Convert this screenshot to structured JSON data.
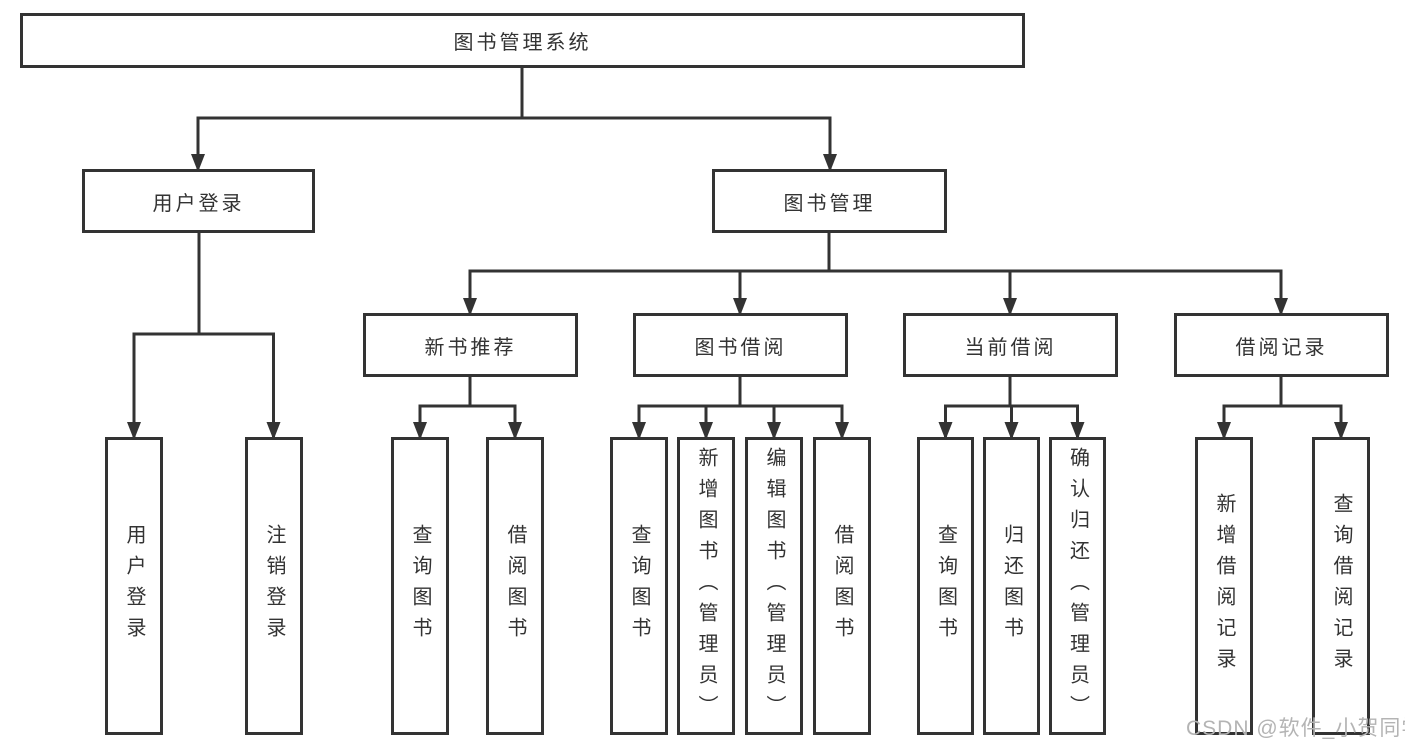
{
  "diagram": {
    "type": "hierarchy-tree",
    "background_color": "#ffffff",
    "line_color": "#333333",
    "text_color": "#333333",
    "watermark_color": "#b4b4b4",
    "root": {
      "label": "图书管理系统",
      "children": [
        {
          "label": "用户登录",
          "children": [
            {
              "label": "用户登录"
            },
            {
              "label": "注销登录"
            }
          ]
        },
        {
          "label": "图书管理",
          "children": [
            {
              "label": "新书推荐",
              "children": [
                {
                  "label": "查询图书"
                },
                {
                  "label": "借阅图书"
                }
              ]
            },
            {
              "label": "图书借阅",
              "children": [
                {
                  "label": "查询图书"
                },
                {
                  "label": "新增图书（管理员）"
                },
                {
                  "label": "编辑图书（管理员）"
                },
                {
                  "label": "借阅图书"
                }
              ]
            },
            {
              "label": "当前借阅",
              "children": [
                {
                  "label": "查询图书"
                },
                {
                  "label": "归还图书"
                },
                {
                  "label": "确认归还（管理员）"
                }
              ]
            },
            {
              "label": "借阅记录",
              "children": [
                {
                  "label": "新增借阅记录"
                },
                {
                  "label": "查询借阅记录"
                }
              ]
            }
          ]
        }
      ]
    },
    "watermark": "CSDN @软件_小贺同学"
  }
}
